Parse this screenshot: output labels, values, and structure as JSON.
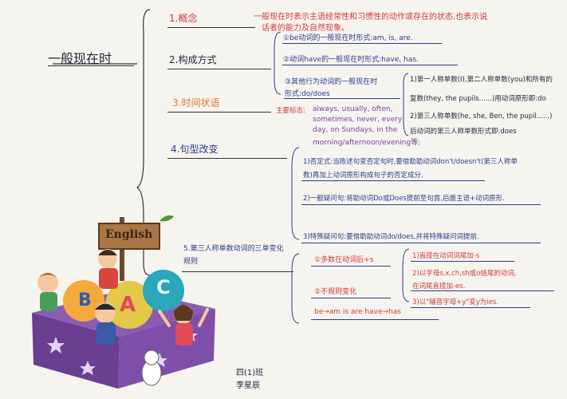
{
  "root": {
    "title": "一般现在时"
  },
  "branches": {
    "b1": {
      "label": "1.概念"
    },
    "b2": {
      "label": "2.构成方式"
    },
    "b3": {
      "label": "3.时间状语"
    },
    "b4": {
      "label": "4.句型改变"
    },
    "b5": {
      "label": "5.第三人称单数动词的三单变化规则"
    }
  },
  "concept": {
    "line1": "一般现在时表示主语经常性和习惯性的动作或存在的状态,也表示说",
    "line2": "话者的能力及自然现象。"
  },
  "formation": {
    "be_verbs": "①be动词的一般现在时形式:am, is, are.",
    "have": "②动词have的一般现在时形式:have, has.",
    "other_1": "③其他行为动词的一般现在时",
    "other_2": "形式:do/does",
    "sub1_1": "1)第一人称单数(I),第二人称单数(you)和所有的",
    "sub1_2": "复数(they, the pupils......)用动词原形即:do",
    "sub2_1": "2)第三人称单数(he, she, Ben, the pupil......)",
    "sub2_2": "后动词的第三人称单数形式即:does"
  },
  "time_adverbs": {
    "label": "主要标志:",
    "line1": "always, usually, often,",
    "line2": "sometimes, never, every",
    "line3": "day, on Sundays, in the",
    "line4": "morning/afternoon/evening等;"
  },
  "sentence_change": {
    "neg_1": "1)否定式:当陈述句变否定句时,要借助助动词don't/doesn't(第三人称单",
    "neg_2": "数)再加上动词原形构成句子的否定成分.",
    "q_general": "2)一般疑问句:将助动词Do或Does提前至句首,后面主语+动词原形.",
    "q_special": "3)特殊疑问句:要借助助动词do/does,并将特殊疑问词提前."
  },
  "third_person": {
    "rule1": "①多数在动词后+s",
    "rule2": "②不规则变化",
    "irregular": "be→am is are  have→has",
    "r1": "1)直接在动词词尾加-s",
    "r2_1": "2)以字母s,x,ch,sh或o结尾的动词,",
    "r2_2": "在词尾直接加-es.",
    "r3": "3)以\"辅音字母+y\"变y为ies."
  },
  "illustration": {
    "sign_text": "English",
    "letter_a": "A",
    "letter_b": "B",
    "letter_c": "C"
  },
  "signature": {
    "line1": "四(1)班",
    "line2": "李星辰"
  }
}
